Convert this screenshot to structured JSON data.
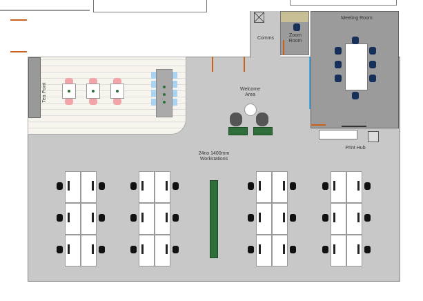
{
  "plan": {
    "rooms": {
      "tea_point": "Tea Point",
      "comms": "Comms",
      "zoom_room": "Zoom\nRoom",
      "meeting_room": "Meeting Room",
      "welcome_area": "Welcome\nArea",
      "print_hub": "Print Hub",
      "workstations": "24no 1400mm\nWorkstations"
    },
    "colors": {
      "floor": "#c8c8c8",
      "meeting": "#9b9b9b",
      "wood": "#f6f4ec",
      "plant": "#2f6e3a",
      "navy_chair": "#17305a",
      "pink_chair": "#f2a5a8",
      "blue_chair": "#a8d4f2",
      "door": "#c8601e"
    }
  }
}
